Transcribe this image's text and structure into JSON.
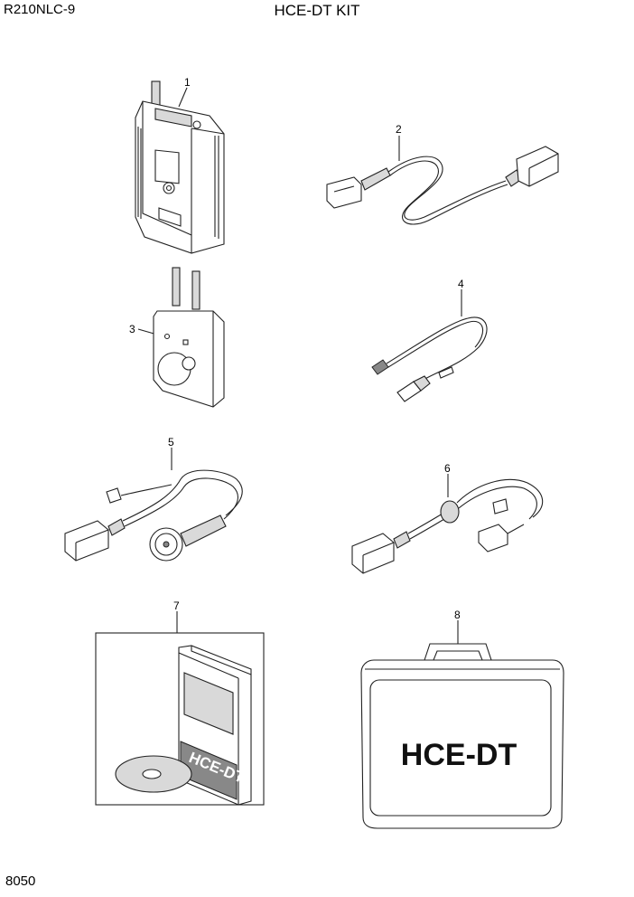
{
  "header": {
    "model": "R210NLC-9",
    "title": "HCE-DT KIT"
  },
  "footer": {
    "page_number": "8050"
  },
  "parts": [
    {
      "callout": "1"
    },
    {
      "callout": "2"
    },
    {
      "callout": "3"
    },
    {
      "callout": "4"
    },
    {
      "callout": "5"
    },
    {
      "callout": "6"
    },
    {
      "callout": "7"
    },
    {
      "callout": "8"
    }
  ],
  "labels": {
    "case_print": "HCE-DT",
    "manual_print": "HCE-DT"
  },
  "colors": {
    "line": "#222222",
    "fill_light": "#d9d9d9",
    "fill_dark": "#888888"
  }
}
